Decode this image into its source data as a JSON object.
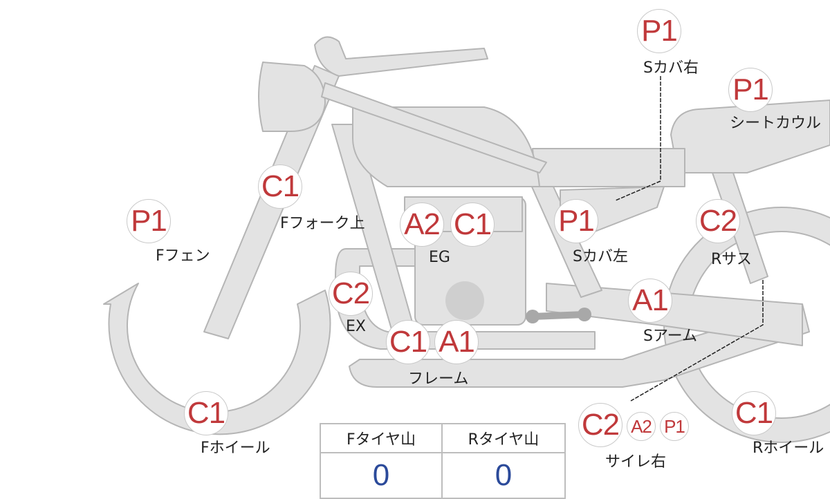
{
  "colors": {
    "badge_text": "#c0393b",
    "value_text": "#2b4a9a",
    "bike_fill": "#e3e3e3",
    "bike_stroke": "#b5b5b5"
  },
  "parts": [
    {
      "id": "s-cover-right",
      "badges": [
        "P1"
      ],
      "label": "Sカバ右"
    },
    {
      "id": "seat-cowl",
      "badges": [
        "P1"
      ],
      "label": "シートカウル"
    },
    {
      "id": "f-fork-upper",
      "badges": [
        "C1"
      ],
      "label": "Fフォーク上"
    },
    {
      "id": "f-fender",
      "badges": [
        "P1"
      ],
      "label": "Fフェン"
    },
    {
      "id": "engine",
      "badges": [
        "A2",
        "C1"
      ],
      "label": "EG"
    },
    {
      "id": "s-cover-left",
      "badges": [
        "P1"
      ],
      "label": "Sカバ左"
    },
    {
      "id": "r-suspension",
      "badges": [
        "C2"
      ],
      "label": "Rサス"
    },
    {
      "id": "exhaust",
      "badges": [
        "C2"
      ],
      "label": "EX"
    },
    {
      "id": "swingarm",
      "badges": [
        "A1"
      ],
      "label": "Sアーム"
    },
    {
      "id": "frame",
      "badges": [
        "C1",
        "A1"
      ],
      "label": "フレーム"
    },
    {
      "id": "f-wheel",
      "badges": [
        "C1"
      ],
      "label": "Fホイール"
    },
    {
      "id": "silencer-right",
      "badges": [
        "C2",
        "A2",
        "P1"
      ],
      "label": "サイレ右"
    },
    {
      "id": "r-wheel",
      "badges": [
        "C1"
      ],
      "label": "Rホイール"
    }
  ],
  "tire_table": {
    "headers": [
      "Fタイヤ山",
      "Rタイヤ山"
    ],
    "values": [
      "0",
      "0"
    ]
  }
}
